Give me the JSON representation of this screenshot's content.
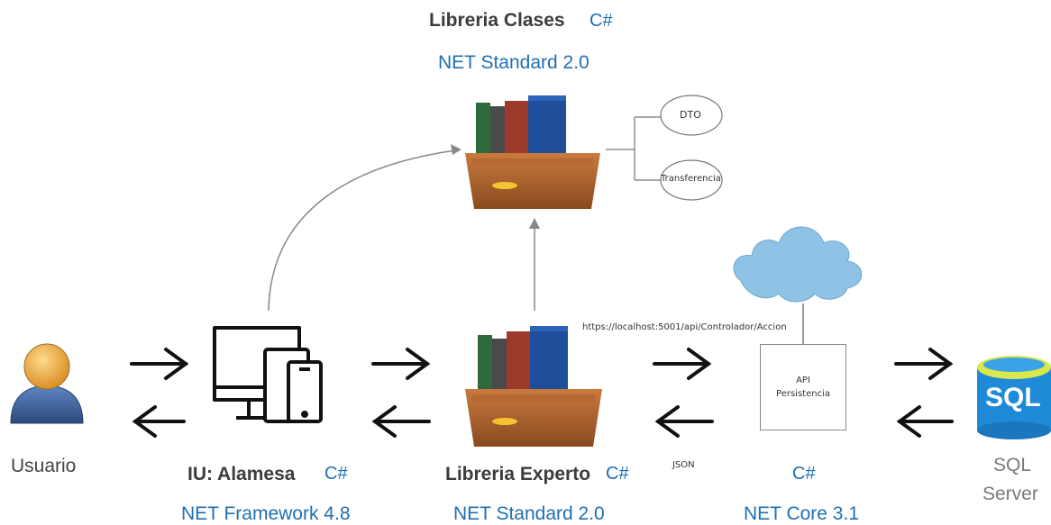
{
  "top": {
    "title": "Libreria Clases",
    "lang": "C#",
    "framework": "NET Standard 2.0",
    "nodes": [
      "DTO",
      "Transferencia"
    ]
  },
  "user": {
    "label": "Usuario"
  },
  "ui": {
    "title": "IU: Alamesa",
    "lang": "C#",
    "framework": "NET Framework 4.8"
  },
  "expert": {
    "title": "Libreria Experto",
    "lang": "C#",
    "framework": "NET Standard 2.0"
  },
  "connection": {
    "url": "https://localhost:5001/api/Controlador/Accion",
    "format": "JSON"
  },
  "api": {
    "line1": "API",
    "line2": "Persistencia",
    "lang": "C#",
    "framework": "NET Core 3.1"
  },
  "db": {
    "badge": "SQL",
    "line1": "SQL",
    "line2": "Server"
  },
  "colors": {
    "accent": "#1f6fb2",
    "cloud": "#8ec3e6",
    "sql": "#1f8ad8",
    "user_head": "#e8a33a",
    "user_body": "#3d5f95"
  }
}
